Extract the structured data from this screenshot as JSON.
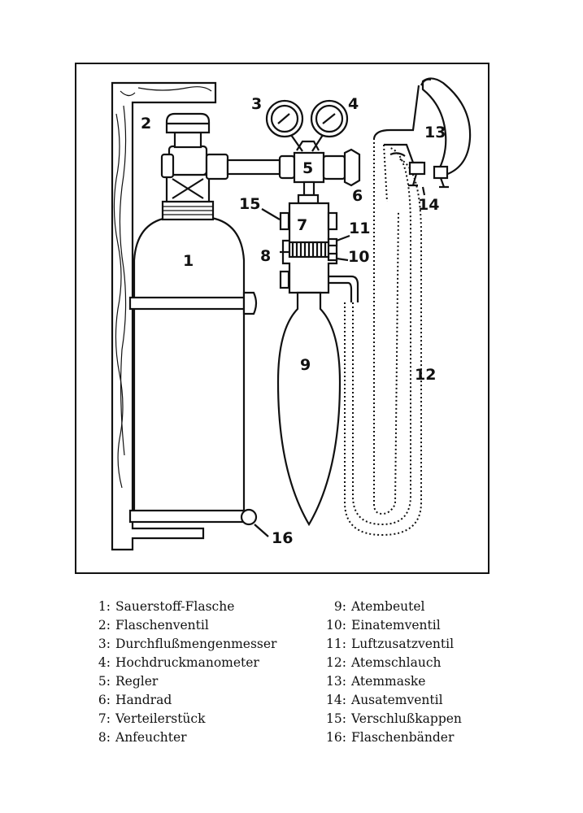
{
  "diagram": {
    "labels": {
      "n1": "1",
      "n2": "2",
      "n3": "3",
      "n4": "4",
      "n5": "5",
      "n6": "6",
      "n7": "7",
      "n8": "8",
      "n9": "9",
      "n10": "10",
      "n11": "11",
      "n12": "12",
      "n13": "13",
      "n14": "14",
      "n15": "15",
      "n16": "16"
    }
  },
  "legend": {
    "left": [
      {
        "num": "1:",
        "text": "Sauerstoff-Flasche"
      },
      {
        "num": "2:",
        "text": "Flaschenventil"
      },
      {
        "num": "3:",
        "text": "Durchflußmengenmesser"
      },
      {
        "num": "4:",
        "text": "Hochdruckmanometer"
      },
      {
        "num": "5:",
        "text": "Regler"
      },
      {
        "num": "6:",
        "text": "Handrad"
      },
      {
        "num": "7:",
        "text": "Verteilerstück"
      },
      {
        "num": "8:",
        "text": "Anfeuchter"
      }
    ],
    "right": [
      {
        "num": "9:",
        "text": "Atembeutel"
      },
      {
        "num": "10:",
        "text": "Einatemventil"
      },
      {
        "num": "11:",
        "text": "Luftzusatzventil"
      },
      {
        "num": "12:",
        "text": "Atemschlauch"
      },
      {
        "num": "13:",
        "text": "Atemmaske"
      },
      {
        "num": "14:",
        "text": "Ausatemventil"
      },
      {
        "num": "15:",
        "text": "Verschlußkappen"
      },
      {
        "num": "16:",
        "text": "Flaschenbänder"
      }
    ]
  }
}
